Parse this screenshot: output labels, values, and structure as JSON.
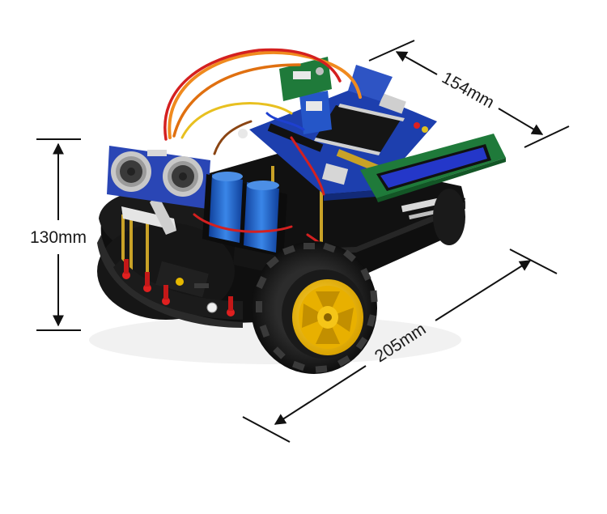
{
  "dimensions": {
    "height": "130mm",
    "width": "154mm",
    "length": "205mm"
  },
  "colors": {
    "background": "#ffffff",
    "chassis": "#141414",
    "pcb_blue": "#1d3fae",
    "lcd_screen": "#2437c9",
    "lcd_board": "#1f7a3a",
    "battery": "#1e64c8",
    "wheel_hub": "#f2c012",
    "tire": "#222222",
    "sensor_board": "#2a46b5",
    "wire_orange": "#f08a1e",
    "wire_red": "#d42020"
  }
}
